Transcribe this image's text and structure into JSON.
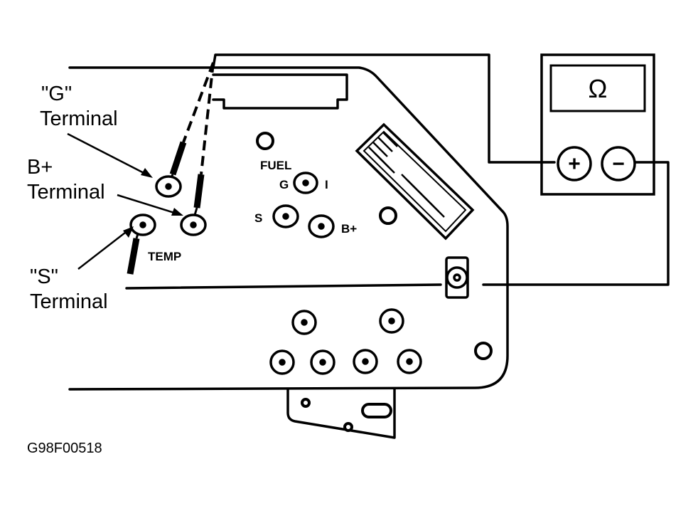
{
  "meter": {
    "symbol": "Ω",
    "plus": "+",
    "minus": "−"
  },
  "callouts": {
    "g_quote": "\"G\"",
    "g_word": "Terminal",
    "bplus_title": "B+",
    "bplus_word": "Terminal",
    "s_quote": "\"S\"",
    "s_word": "Terminal"
  },
  "board": {
    "temp": "TEMP",
    "fuel": "FUEL",
    "g": "G",
    "i": "I",
    "s": "S",
    "bplus": "B+"
  },
  "figure_id": "G98F00518"
}
